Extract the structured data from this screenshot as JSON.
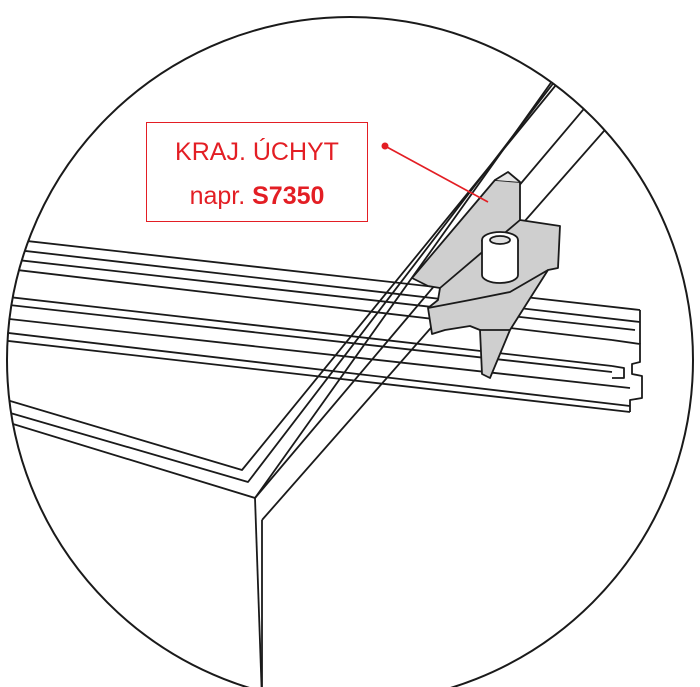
{
  "callout": {
    "line1": "KRAJ. ÚCHYT",
    "line2_prefix": "napr. ",
    "line2_code": "S7350"
  },
  "colors": {
    "callout": "#e31e24",
    "clamp_fill": "#cfcfcf",
    "outline": "#1a1a1a",
    "background": "#ffffff"
  }
}
